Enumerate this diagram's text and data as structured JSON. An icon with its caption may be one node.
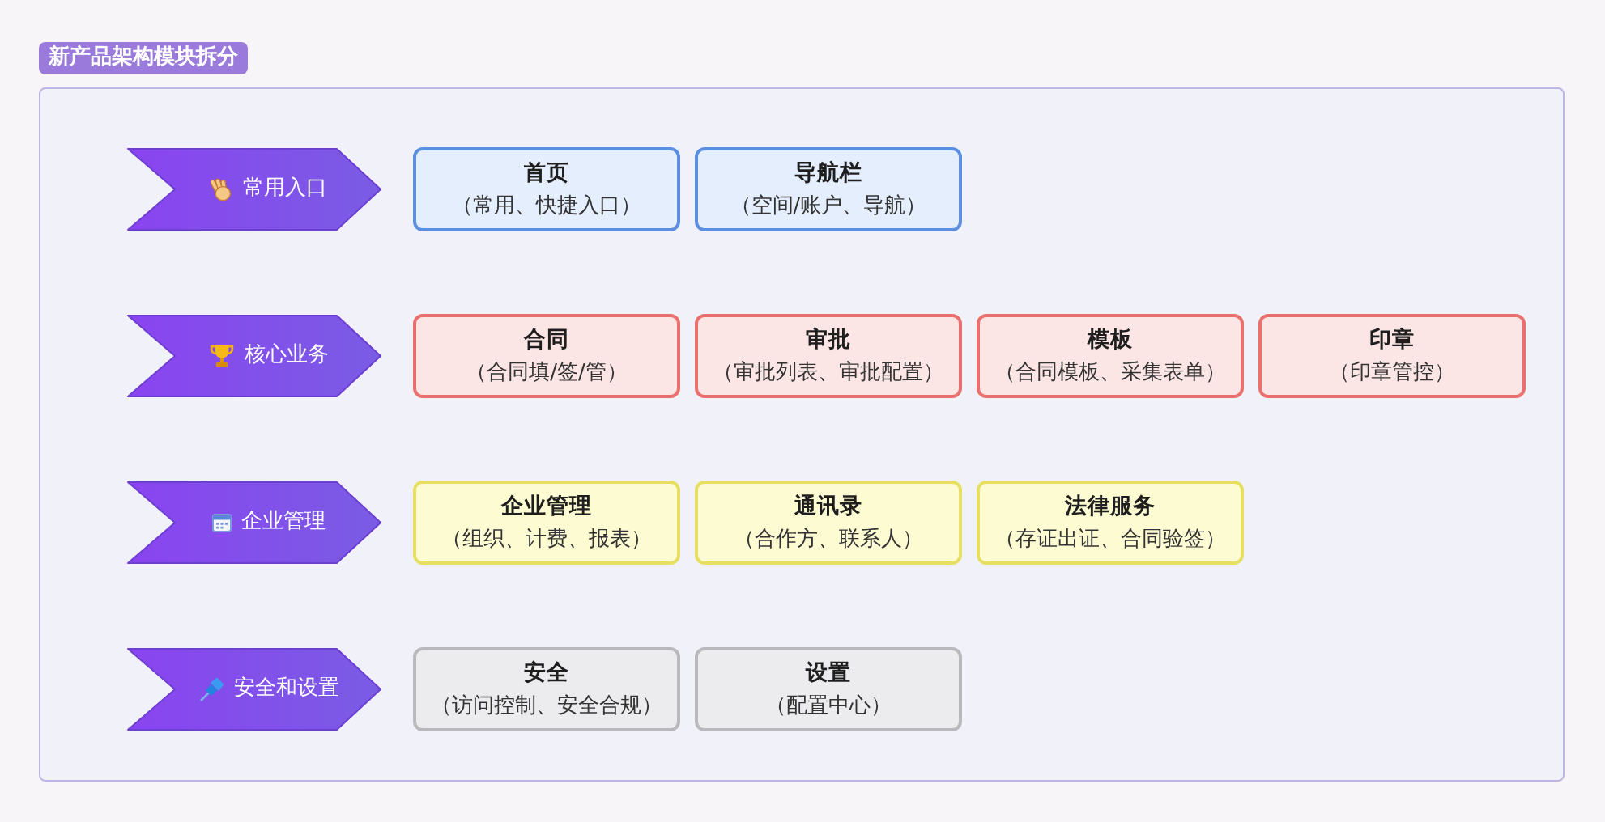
{
  "diagram": {
    "title": "新产品架构模块拆分",
    "nodes": [
      {
        "text": [
          "常用入口"
        ]
      },
      {
        "text": [
          "首页",
          "（常用、快捷入口）"
        ]
      },
      {
        "text": [
          "导航栏",
          "（空间/账户、导航）"
        ]
      },
      {
        "text": [
          "核心业务"
        ]
      },
      {
        "text": [
          "合同",
          "（合同填/签/管）"
        ]
      },
      {
        "text": [
          "审批",
          "（审批列表、审批配置）"
        ]
      },
      {
        "text": [
          "模板",
          "（合同模板、采集表单）"
        ]
      },
      {
        "text": [
          "印章",
          "（印章管控）"
        ]
      },
      {
        "text": [
          "企业管理"
        ]
      },
      {
        "text": [
          "企业管理",
          "（组织、计费、报表）"
        ]
      },
      {
        "text": [
          "通讯录",
          "（合作方、联系人）"
        ]
      },
      {
        "text": [
          "法律服务",
          "（存证出证、合同验签）"
        ]
      },
      {
        "text": [
          "安全和设置"
        ]
      },
      {
        "text": [
          "安全",
          "（访问控制、安全合规）"
        ]
      },
      {
        "text": [
          "设置",
          "（配置中心）"
        ]
      }
    ]
  }
}
